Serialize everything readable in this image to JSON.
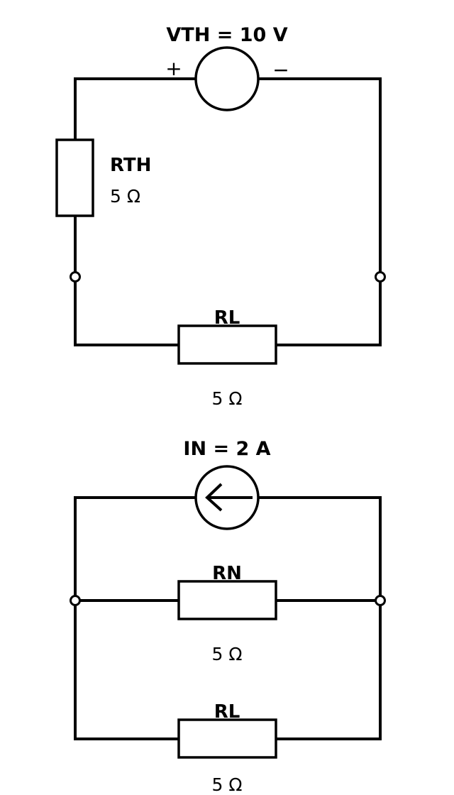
{
  "thevenin": {
    "source_label": "VTH = 10 V",
    "plus_sign": "+",
    "minus_sign": "−",
    "rth_name": "RTH",
    "rth_value": "5 Ω",
    "rl_name": "RL",
    "rl_value": "5 Ω"
  },
  "norton": {
    "source_label": "IN = 2 A",
    "rn_name": "RN",
    "rn_value": "5 Ω",
    "rl_name": "RL",
    "rl_value": "5 Ω"
  }
}
